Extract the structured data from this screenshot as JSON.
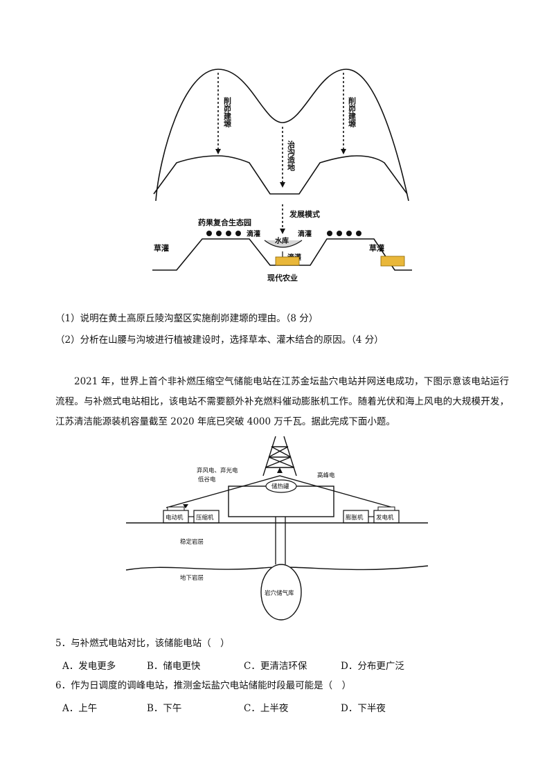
{
  "figure1": {
    "arrow_left": "削峁建塬",
    "arrow_center": "治沟造地",
    "arrow_right": "削峁建塬",
    "mode_label": "发展模式",
    "eco_park": "药果复合生态园",
    "drip_left": "滴灌",
    "reservoir": "水库",
    "drip_right": "滴灌",
    "drip_down": "滴灌",
    "grass_left": "草灌",
    "grass_right": "草灌",
    "modern_agri": "现代农业"
  },
  "questions_part1": {
    "q1": "（1）说明在黄土高原丘陵沟壑区实施削峁建塬的理由。（8 分）",
    "q2": "（2）分析在山腰与沟坡进行植被建设时，选择草本、灌木结合的原因。（4 分）"
  },
  "passage": "2021 年，世界上首个非补燃压缩空气储能电站在江苏金坛盐穴电站并网送电成功，下图示意该电站运行流程。与补燃式电站相比，该电站不需要额外补充燃料催动膨胀机工作。随着光伏和海上风电的大规模开发，江苏清洁能源装机容量截至 2020 年底已突破 4000 万千瓦。据此完成下面小题。",
  "figure2": {
    "label_left_1": "弃风电、弃光电",
    "label_left_2": "低谷电",
    "label_right": "高峰电",
    "heat_tank": "储热罐",
    "motor": "电动机",
    "compressor": "压缩机",
    "expander": "膨胀机",
    "generator": "发电机",
    "stable_rock": "稳定岩层",
    "underground_rock": "地下岩层",
    "cavern": "岩穴储气库"
  },
  "q5": {
    "stem": "5．与补燃式电站对比，该储能电站（　）",
    "A": "A．发电更多",
    "B": "B．储电更快",
    "C": "C．更清洁环保",
    "D": "D．分布更广泛"
  },
  "q6": {
    "stem": "6．作为日调度的调峰电站，推测金坛盐穴电站储能时段最可能是（　）",
    "A": "A．上午",
    "B": "B．下午",
    "C": "C．上半夜",
    "D": "D．下半夜"
  }
}
